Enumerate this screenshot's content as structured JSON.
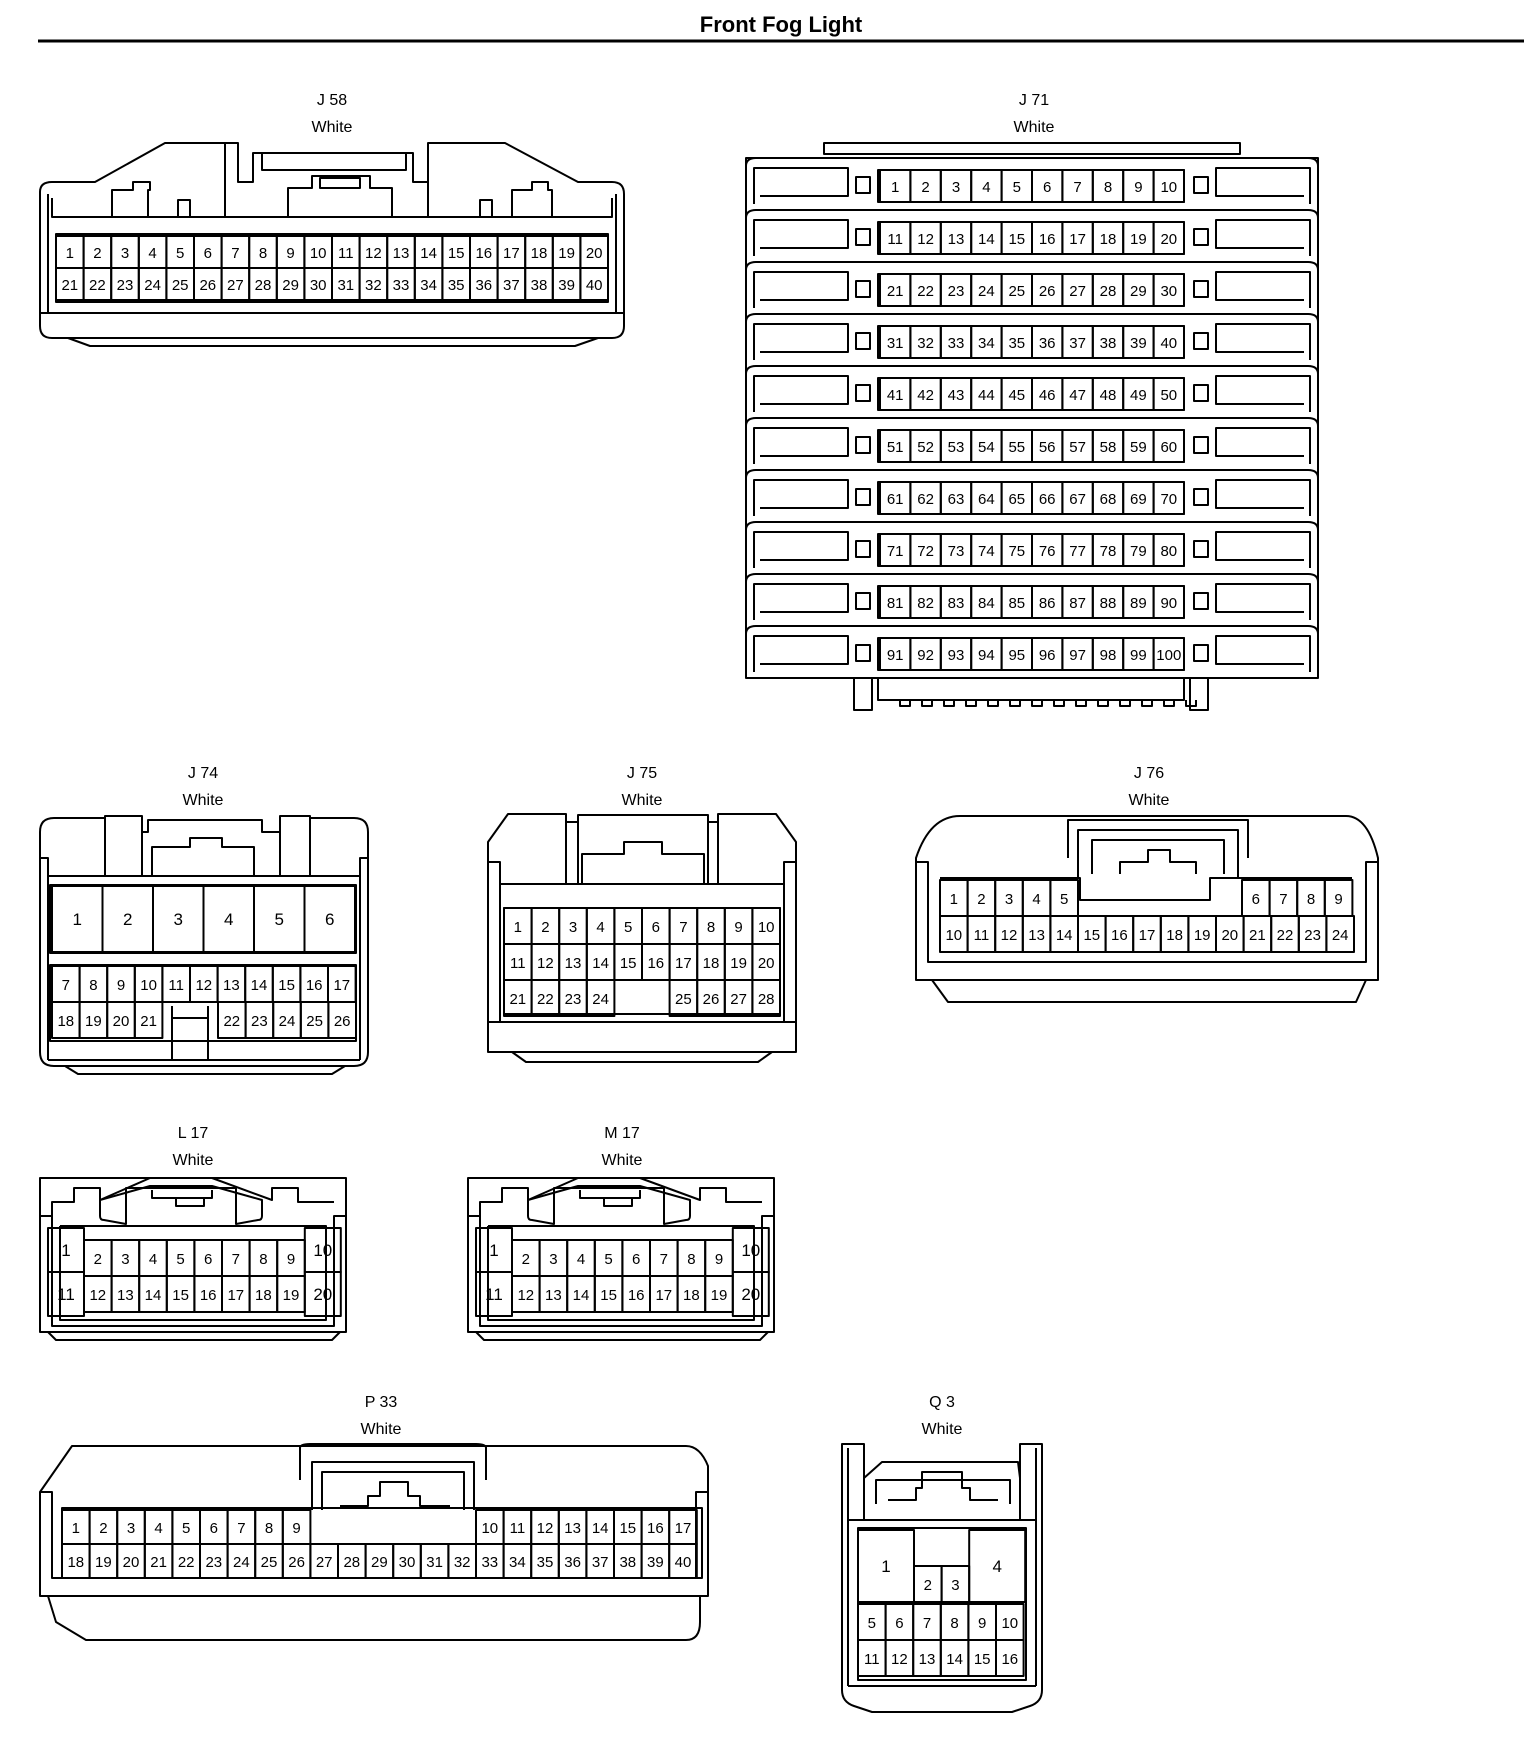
{
  "title": "Front Fog Light",
  "connectors": [
    {
      "id": "j58",
      "name": "J 58",
      "color": "White"
    },
    {
      "id": "j71",
      "name": "J 71",
      "color": "White"
    },
    {
      "id": "j74",
      "name": "J 74",
      "color": "White"
    },
    {
      "id": "j75",
      "name": "J 75",
      "color": "White"
    },
    {
      "id": "j76",
      "name": "J 76",
      "color": "White"
    },
    {
      "id": "l17",
      "name": "L 17",
      "color": "White"
    },
    {
      "id": "m17",
      "name": "M 17",
      "color": "White"
    },
    {
      "id": "p33",
      "name": "P 33",
      "color": "White"
    },
    {
      "id": "q3",
      "name": "Q 3",
      "color": "White"
    }
  ],
  "pins": {
    "j58": {
      "row1": [
        1,
        2,
        3,
        4,
        5,
        6,
        7,
        8,
        9,
        10,
        11,
        12,
        13,
        14,
        15,
        16,
        17,
        18,
        19,
        20
      ],
      "row2": [
        21,
        22,
        23,
        24,
        25,
        26,
        27,
        28,
        29,
        30,
        31,
        32,
        33,
        34,
        35,
        36,
        37,
        38,
        39,
        40
      ]
    },
    "j71": {
      "rows": [
        [
          1,
          2,
          3,
          4,
          5,
          6,
          7,
          8,
          9,
          10
        ],
        [
          11,
          12,
          13,
          14,
          15,
          16,
          17,
          18,
          19,
          20
        ],
        [
          21,
          22,
          23,
          24,
          25,
          26,
          27,
          28,
          29,
          30
        ],
        [
          31,
          32,
          33,
          34,
          35,
          36,
          37,
          38,
          39,
          40
        ],
        [
          41,
          42,
          43,
          44,
          45,
          46,
          47,
          48,
          49,
          50
        ],
        [
          51,
          52,
          53,
          54,
          55,
          56,
          57,
          58,
          59,
          60
        ],
        [
          61,
          62,
          63,
          64,
          65,
          66,
          67,
          68,
          69,
          70
        ],
        [
          71,
          72,
          73,
          74,
          75,
          76,
          77,
          78,
          79,
          80
        ],
        [
          81,
          82,
          83,
          84,
          85,
          86,
          87,
          88,
          89,
          90
        ],
        [
          91,
          92,
          93,
          94,
          95,
          96,
          97,
          98,
          99,
          100
        ]
      ]
    },
    "j74": {
      "big": [
        1,
        2,
        3,
        4,
        5,
        6
      ],
      "row2": [
        7,
        8,
        9,
        10,
        11,
        12,
        13,
        14,
        15,
        16,
        17
      ],
      "row3_left": [
        18,
        19,
        20,
        21
      ],
      "row3_right": [
        22,
        23,
        24,
        25,
        26
      ]
    },
    "j75": {
      "row1": [
        1,
        2,
        3,
        4,
        5,
        6,
        7,
        8,
        9,
        10
      ],
      "row2": [
        11,
        12,
        13,
        14,
        15,
        16,
        17,
        18,
        19,
        20
      ],
      "row3_left": [
        21,
        22,
        23,
        24
      ],
      "row3_right": [
        25,
        26,
        27,
        28
      ]
    },
    "j76": {
      "row1_left": [
        1,
        2,
        3,
        4,
        5
      ],
      "row1_right": [
        6,
        7,
        8,
        9
      ],
      "row2": [
        10,
        11,
        12,
        13,
        14,
        15,
        16,
        17,
        18,
        19,
        20,
        21,
        22,
        23,
        24
      ]
    },
    "l17": {
      "row1": [
        1,
        2,
        3,
        4,
        5,
        6,
        7,
        8,
        9,
        10
      ],
      "row2": [
        11,
        12,
        13,
        14,
        15,
        16,
        17,
        18,
        19,
        20
      ]
    },
    "m17": {
      "row1": [
        1,
        2,
        3,
        4,
        5,
        6,
        7,
        8,
        9,
        10
      ],
      "row2": [
        11,
        12,
        13,
        14,
        15,
        16,
        17,
        18,
        19,
        20
      ]
    },
    "p33": {
      "row1_left": [
        1,
        2,
        3,
        4,
        5,
        6,
        7,
        8,
        9
      ],
      "row1_right": [
        10,
        11,
        12,
        13,
        14,
        15,
        16,
        17
      ],
      "row2": [
        18,
        19,
        20,
        21,
        22,
        23,
        24,
        25,
        26,
        27,
        28,
        29,
        30,
        31,
        32,
        33,
        34,
        35,
        36,
        37,
        38,
        39,
        40
      ]
    },
    "q3": {
      "top": [
        1,
        2,
        3,
        4
      ],
      "row2": [
        5,
        6,
        7,
        8,
        9,
        10
      ],
      "row3": [
        11,
        12,
        13,
        14,
        15,
        16
      ]
    }
  }
}
